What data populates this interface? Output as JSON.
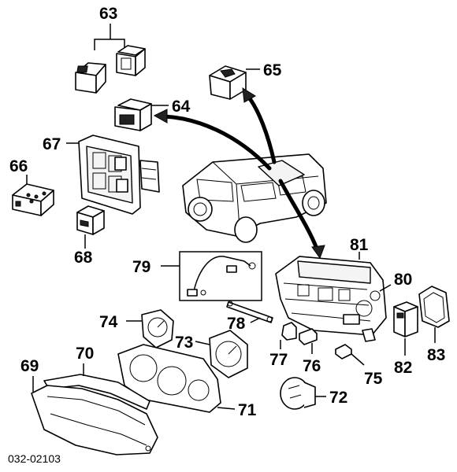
{
  "callouts": {
    "p63": "63",
    "p64": "64",
    "p65": "65",
    "p66": "66",
    "p67": "67",
    "p68": "68",
    "p69": "69",
    "p70": "70",
    "p71": "71",
    "p72": "72",
    "p73": "73",
    "p74": "74",
    "p75": "75",
    "p76": "76",
    "p77": "77",
    "p78": "78",
    "p79": "79",
    "p80": "80",
    "p81": "81",
    "p82": "82",
    "p83": "83"
  },
  "diagram_code": "032-02103",
  "colors": {
    "line": "#000000",
    "background": "#ffffff"
  }
}
